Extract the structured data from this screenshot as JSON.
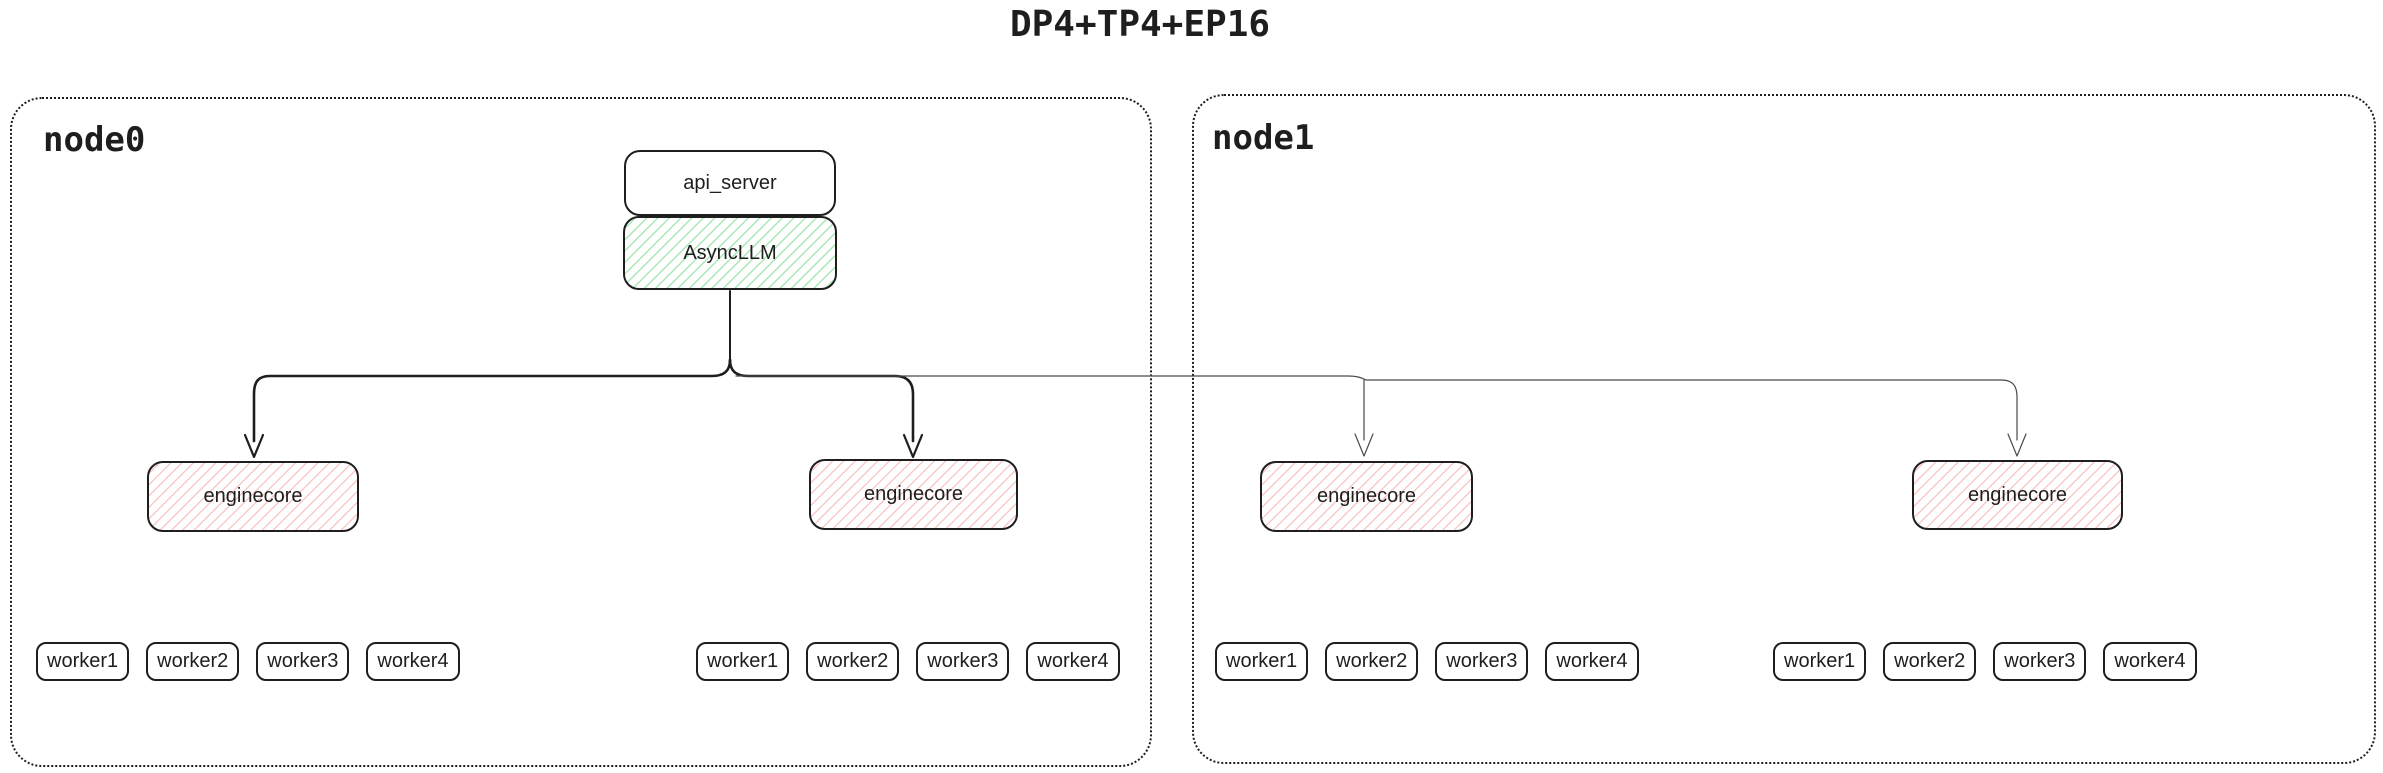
{
  "title": "DP4+TP4+EP16",
  "colors": {
    "stroke": "#1e1e1e",
    "thin_line": "#4a4a4a",
    "green_hatch": "#a9e8b5",
    "red_hatch": "#f8c9c9",
    "background": "#ffffff"
  },
  "nodes": [
    {
      "label": "node0",
      "api_server_label": "api_server",
      "asyncllm_label": "AsyncLLM",
      "enginecores": [
        {
          "label": "enginecore",
          "workers": [
            "worker1",
            "worker2",
            "worker3",
            "worker4"
          ]
        },
        {
          "label": "enginecore",
          "workers": [
            "worker1",
            "worker2",
            "worker3",
            "worker4"
          ]
        }
      ]
    },
    {
      "label": "node1",
      "enginecores": [
        {
          "label": "enginecore",
          "workers": [
            "worker1",
            "worker2",
            "worker3",
            "worker4"
          ]
        },
        {
          "label": "enginecore",
          "workers": [
            "worker1",
            "worker2",
            "worker3",
            "worker4"
          ]
        }
      ]
    }
  ]
}
